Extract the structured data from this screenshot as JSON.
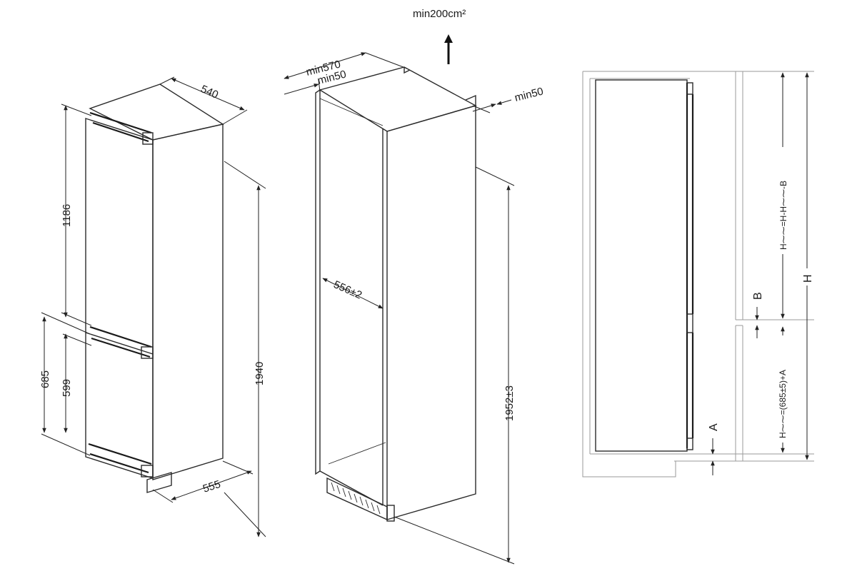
{
  "labels": {
    "vent_area": "min200cm²",
    "depth_540": "540",
    "height_1186": "1186",
    "height_685": "685",
    "height_599": "599",
    "height_1940": "1940",
    "width_555": "555",
    "min570": "min570",
    "min50_top": "min50",
    "min50_right": "min50",
    "width_556": "556±2",
    "height_1952": "1952±3",
    "dim_upper": "H⁓⁓=H-H⁓⁓-B",
    "dim_B": "B",
    "dim_lower": "H⁓⁓=(685±5)+A",
    "dim_A": "A",
    "dim_H": "H"
  }
}
